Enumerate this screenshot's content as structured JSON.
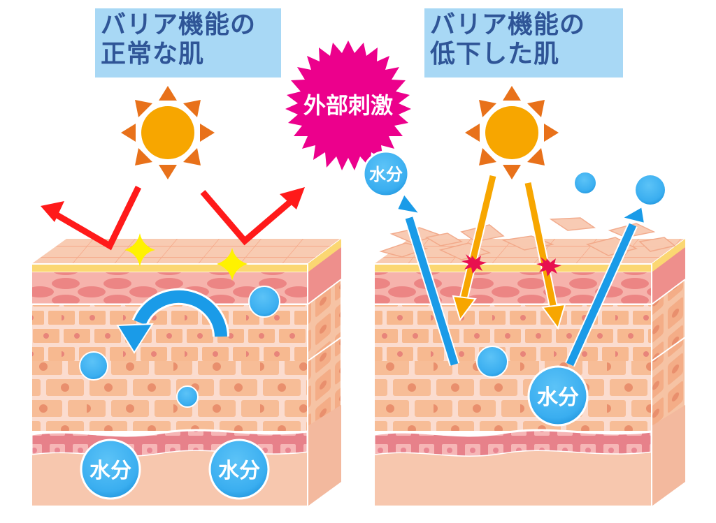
{
  "panels": {
    "left": {
      "title_line1": "バリア機能の",
      "title_line2": "正常な肌",
      "water_labels": [
        "水分",
        "水分"
      ]
    },
    "right": {
      "title_line1": "バリア機能の",
      "title_line2": "低下した肌",
      "water_labels": [
        "水分",
        "水分"
      ]
    }
  },
  "center": {
    "burst_label": "外部刺激"
  },
  "colors": {
    "title_bg": "#a8d8f5",
    "title_text": "#2f5597",
    "burst": "#ec008c",
    "sun_core": "#f7a600",
    "sun_rays": "#e8711a",
    "reflect_arrow": "#ff1a1a",
    "uv_arrow": "#f7a600",
    "water_arrow": "#1a9be8",
    "water_drop": "#3fb2f3",
    "sparkle": "#fff200",
    "damage_burst": "#e8104f",
    "stratum_corneum": "#f7c9ad",
    "yellow_band": "#fbd772",
    "granular_layer": "#f3a3a0",
    "spinous_layer": "#f9d2be",
    "basal_layer": "#e77e87",
    "dermis": "#f7c7ae"
  }
}
